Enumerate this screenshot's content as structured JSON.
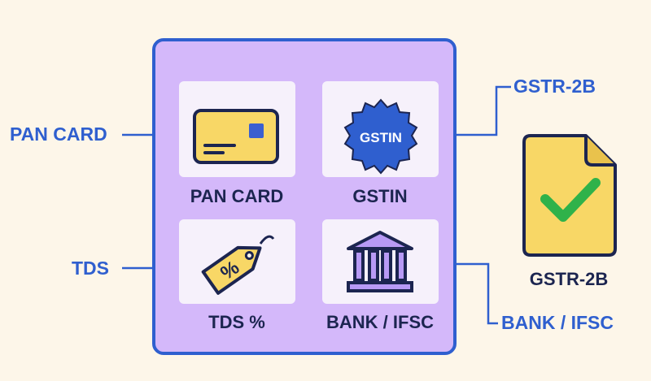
{
  "tiles": {
    "pan": "PAN CARD",
    "gstin": "GSTIN",
    "tds": "TDS %",
    "bank": "BANK / IFSC"
  },
  "icons": {
    "pan": {
      "name": "card-icon",
      "color": "#f8d766"
    },
    "gstin": {
      "name": "badge-icon",
      "text": "GSTIN",
      "color": "#2f5fcf"
    },
    "tds": {
      "name": "price-tag-icon",
      "text": "%",
      "color": "#f8d766"
    },
    "bank": {
      "name": "bank-building-icon",
      "color": "#b89af5"
    }
  },
  "callouts": {
    "pan": "PAN CARD",
    "gstr": "GSTR-2B",
    "tds": "TDS",
    "bank": "BANK / IFSC"
  },
  "document": {
    "icon": "document-check-icon",
    "caption": "GSTR-2B",
    "check_color": "#2fb24a"
  },
  "colors": {
    "accent": "#2f5fcf",
    "panel": "#d4b8fa",
    "text": "#1c2550",
    "background": "#fdf6e9"
  }
}
